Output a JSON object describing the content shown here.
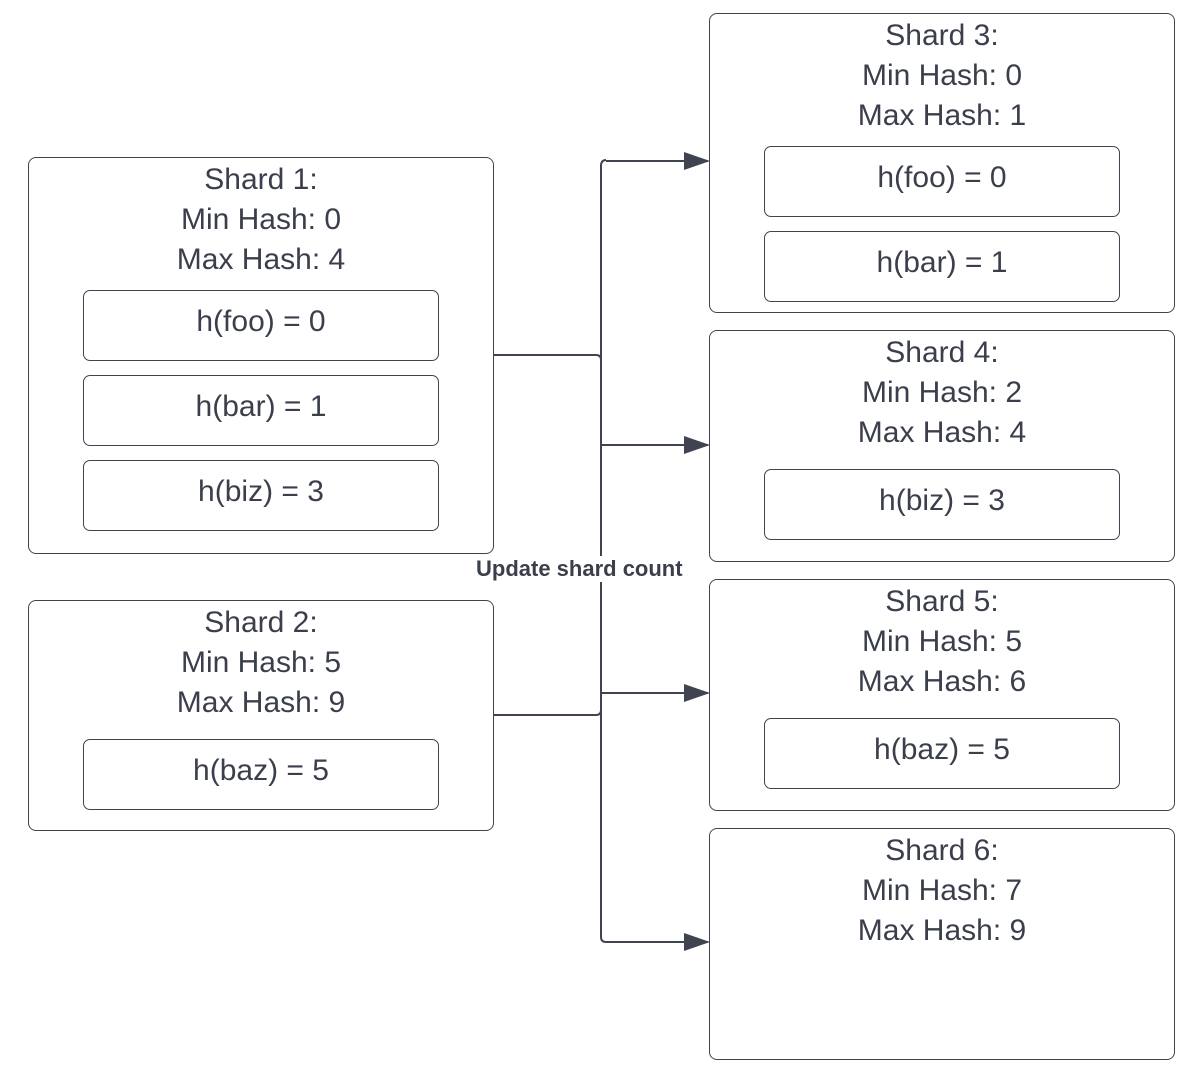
{
  "source_shards": [
    {
      "title": "Shard 1:",
      "min_hash": "Min Hash: 0",
      "max_hash": "Max Hash: 4",
      "entries": [
        "h(foo) = 0",
        "h(bar) = 1",
        "h(biz) = 3"
      ]
    },
    {
      "title": "Shard 2:",
      "min_hash": "Min Hash: 5",
      "max_hash": "Max Hash: 9",
      "entries": [
        "h(baz) = 5"
      ]
    }
  ],
  "target_shards": [
    {
      "title": "Shard 3:",
      "min_hash": "Min Hash: 0",
      "max_hash": "Max Hash: 1",
      "entries": [
        "h(foo) = 0",
        "h(bar) = 1"
      ]
    },
    {
      "title": "Shard 4:",
      "min_hash": "Min Hash: 2",
      "max_hash": "Max Hash: 4",
      "entries": [
        "h(biz) = 3"
      ]
    },
    {
      "title": "Shard 5:",
      "min_hash": "Min Hash: 5",
      "max_hash": "Max Hash: 6",
      "entries": [
        "h(baz) = 5"
      ]
    },
    {
      "title": "Shard 6:",
      "min_hash": "Min Hash: 7",
      "max_hash": "Max Hash: 9",
      "entries": []
    }
  ],
  "edge_label": "Update shard count",
  "colors": {
    "stroke": "#3f4450",
    "text": "#3a3f4b",
    "background": "#ffffff"
  }
}
